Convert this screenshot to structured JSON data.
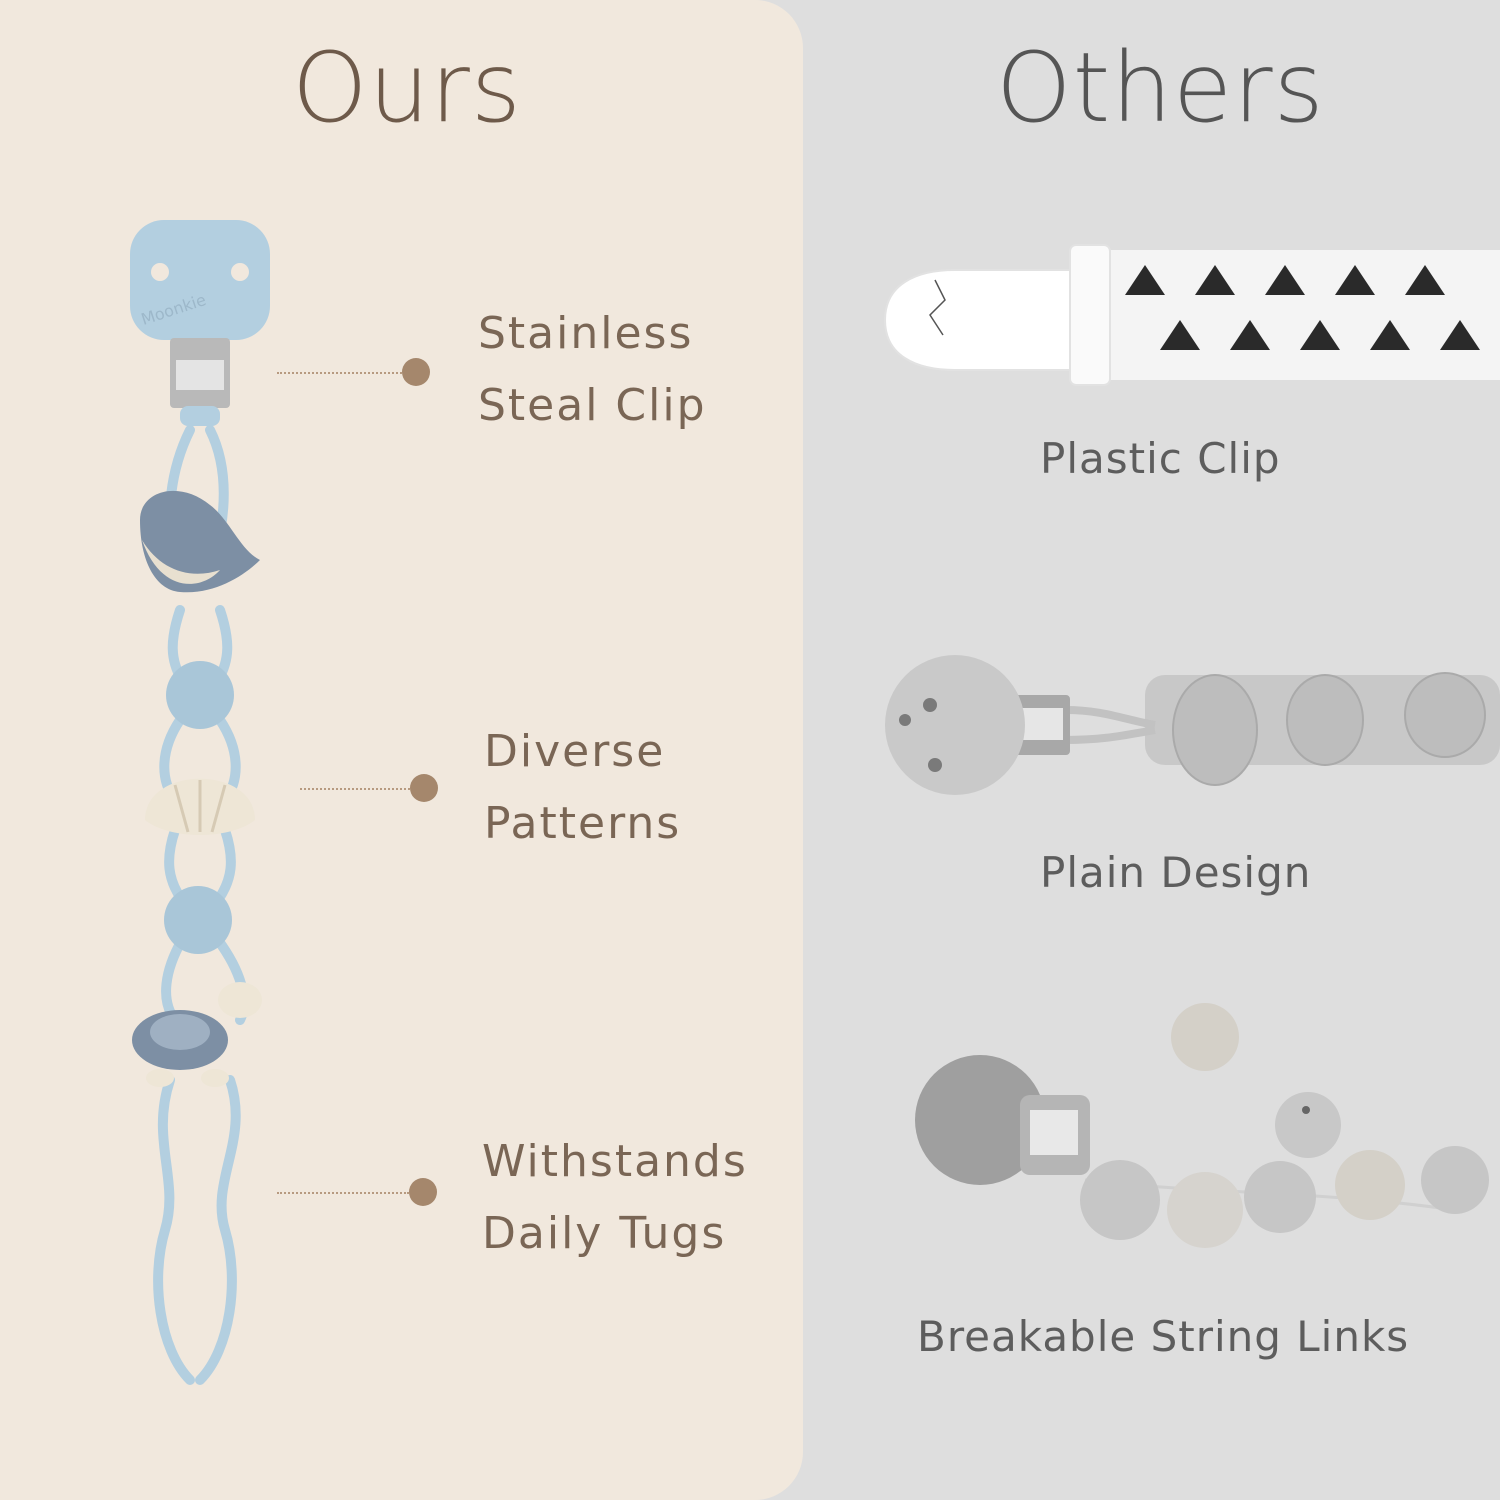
{
  "colors": {
    "ours_panel": "#f1e8dd",
    "others_panel": "#dedede",
    "ours_title": "#6e5a4a",
    "others_title": "#555555",
    "feature_text": "#7a6655",
    "caption_text": "#5d5d5d",
    "bullet": "#a5876c",
    "product_blue": "#b3cfe0"
  },
  "ours": {
    "title": "Ours",
    "brand_mark": "Moonkie",
    "features": [
      {
        "line1": "Stainless",
        "line2": "Steal Clip"
      },
      {
        "line1": "Diverse",
        "line2": "Patterns"
      },
      {
        "line1": "Withstands",
        "line2": "Daily Tugs"
      }
    ]
  },
  "others": {
    "title": "Others",
    "items": [
      {
        "caption": "Plastic Clip",
        "icon": "plastic-clip-strap-image"
      },
      {
        "caption": "Plain Design",
        "icon": "plain-silicone-clip-image"
      },
      {
        "caption": "Breakable String Links",
        "icon": "beaded-string-clip-image"
      }
    ]
  }
}
